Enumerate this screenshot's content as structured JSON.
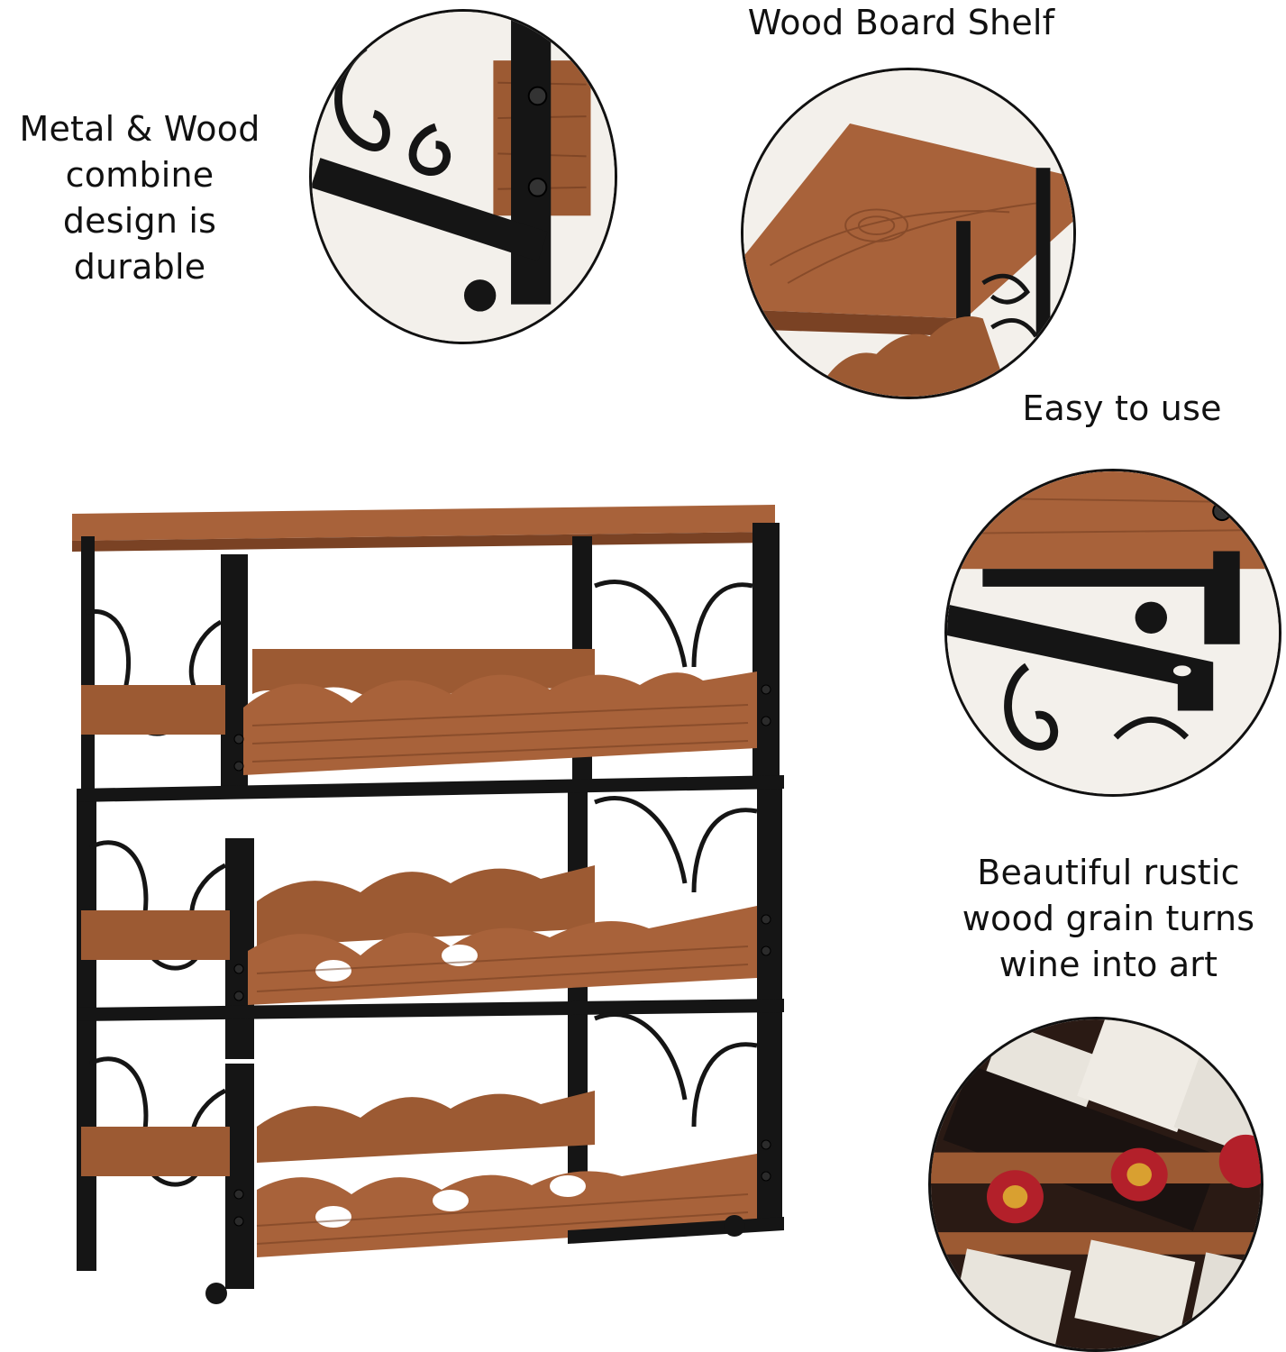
{
  "captions": {
    "metal_wood": [
      "Metal & Wood",
      "combine",
      "design is durable"
    ],
    "wood_board_shelf": [
      "Wood Board Shelf"
    ],
    "easy_to_use": [
      "Easy to use"
    ],
    "rustic_wood": [
      "Beautiful rustic",
      "wood grain turns",
      "wine into art"
    ]
  },
  "colors": {
    "wood": "#9c5a33",
    "wood_dark": "#6e3a1e",
    "metal": "#151515",
    "wine_red": "#b3202a",
    "background": "#ffffff"
  },
  "icons": {
    "detail_1": "frame-joint-closeup",
    "detail_2": "wood-shelf-closeup",
    "detail_3": "stacking-bracket-closeup",
    "detail_4": "wine-bottles-closeup",
    "product": "wine-rack-product"
  }
}
